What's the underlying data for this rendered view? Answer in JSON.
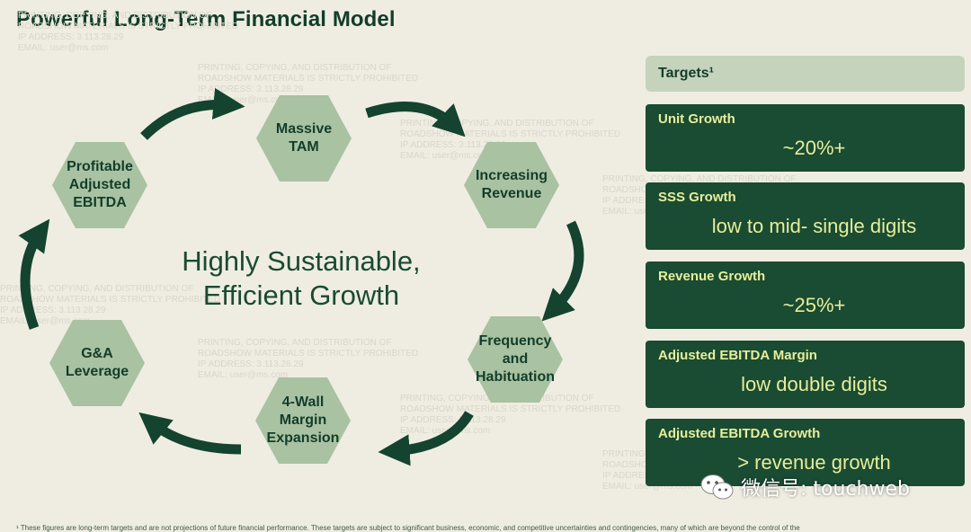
{
  "title": "Powerful Long-Term Financial Model",
  "watermark_lines": [
    "PRINTING, COPYING, AND DISTRIBUTION OF",
    "ROADSHOW MATERIALS IS STRICTLY PROHIBITED",
    "IP ADDRESS: 3.113.28.29",
    "EMAIL: user@ms.com"
  ],
  "cycle": {
    "center_text": "Highly Sustainable,\nEfficient Growth",
    "nodes": [
      {
        "label": "Massive\nTAM"
      },
      {
        "label": "Increasing\nRevenue"
      },
      {
        "label": "Frequency\nand\nHabituation"
      },
      {
        "label": "4-Wall\nMargin\nExpansion"
      },
      {
        "label": "G&A\nLeverage"
      },
      {
        "label": "Profitable\nAdjusted\nEBITDA"
      }
    ],
    "colors": {
      "hex_fill": "#a9c2a2",
      "arrow": "#14432f"
    }
  },
  "targets": {
    "header": "Targets¹",
    "items": [
      {
        "name": "Unit Growth",
        "value": "~20%+"
      },
      {
        "name": "SSS Growth",
        "value": "low to mid- single digits"
      },
      {
        "name": "Revenue Growth",
        "value": "~25%+"
      },
      {
        "name": "Adjusted EBITDA Margin",
        "value": "low double digits"
      },
      {
        "name": "Adjusted EBITDA Growth",
        "value": "> revenue growth"
      }
    ],
    "colors": {
      "box": "#1a4b33",
      "text": "#e7ee9a",
      "header_bg": "#c5d3bd"
    }
  },
  "footnote": "¹ These figures are long-term targets and are not projections of future financial performance. These targets are subject to significant business, economic, and competitive uncertainties and contingencies, many of which are beyond the control of the",
  "wechat": {
    "text": "微信号: touchweb",
    "icon": "wechat-icon"
  }
}
